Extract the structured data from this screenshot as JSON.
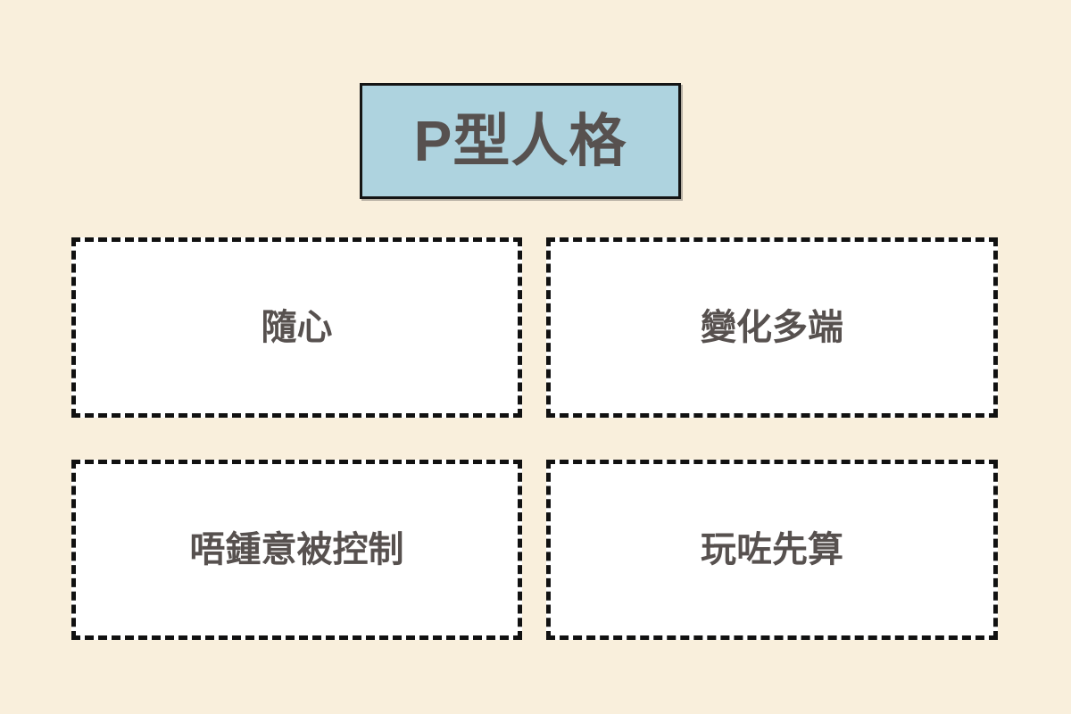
{
  "page": {
    "background_color": "#f9efdc"
  },
  "title": {
    "label": "P型人格",
    "background_color": "#aed3df",
    "border_color": "#141414",
    "text_color": "#57514f"
  },
  "cards": [
    {
      "label": "隨心"
    },
    {
      "label": "變化多端"
    },
    {
      "label": "唔鍾意被控制"
    },
    {
      "label": "玩咗先算"
    }
  ],
  "card_style": {
    "background_color": "#ffffff",
    "border_style": "dashed",
    "border_color": "#111111",
    "text_color": "#57514f"
  }
}
